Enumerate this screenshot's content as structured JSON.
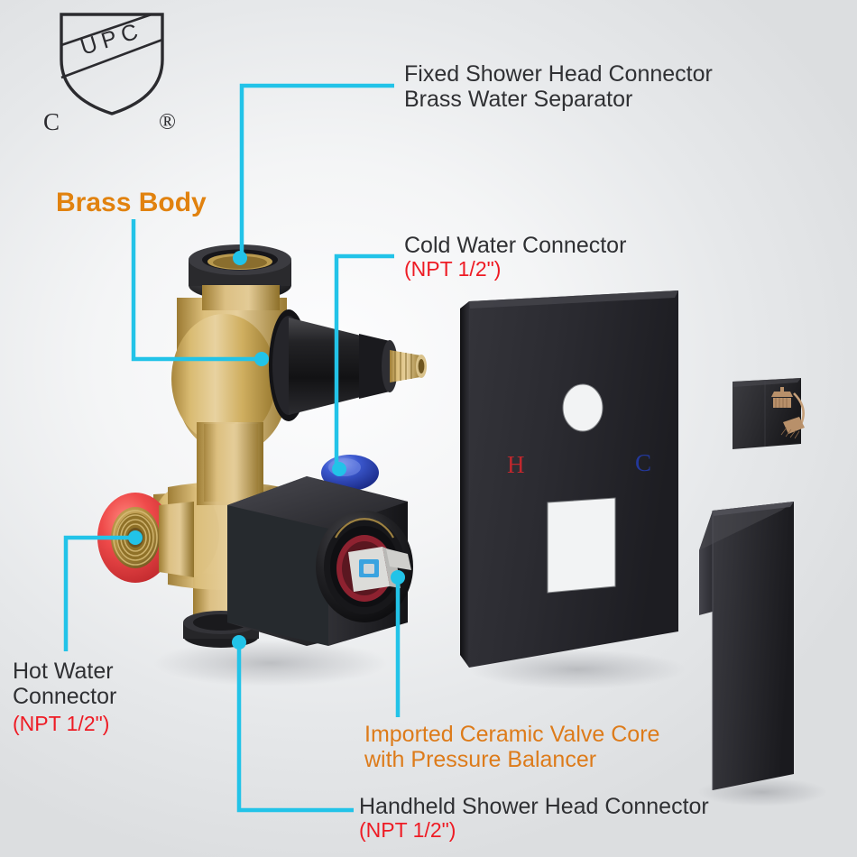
{
  "background": {
    "color": "#e8eaec"
  },
  "certification": {
    "name": "cUPC certification mark",
    "shield_text": "UPC",
    "left_mark": "C",
    "right_mark": "®"
  },
  "colors": {
    "callout_line": "#22c3e8",
    "label_dark": "#2f3033",
    "label_red": "#ee1b24",
    "label_orange": "#dd7b1a",
    "brass_body_label": "#e1820f",
    "brass": "#c9a44e",
    "matte_black": "#2b2b2e",
    "hot_port_red": "#ef4a4a",
    "cold_cap_blue": "#2e4fc4",
    "plate_hot_mark": "#c0272d",
    "plate_cold_mark": "#23389c"
  },
  "callouts": [
    {
      "id": "fixed-shower-head-connector",
      "line1": "Fixed Shower Head Connector",
      "line2": "Brass Water Separator",
      "style": "dark"
    },
    {
      "id": "brass-body",
      "line1": "Brass Body",
      "style": "brass"
    },
    {
      "id": "cold-water-connector",
      "line1": "Cold Water Connector",
      "line2": "(NPT 1/2\")",
      "style": "dark-red"
    },
    {
      "id": "hot-water-connector",
      "line1": "Hot Water",
      "line2": "Connector",
      "line3": "(NPT 1/2\")",
      "style": "dark-red"
    },
    {
      "id": "ceramic-valve-core",
      "line1": "Imported Ceramic Valve Core",
      "line2": "with Pressure Balancer",
      "style": "orange"
    },
    {
      "id": "handheld-shower-head-connector",
      "line1": "Handheld Shower Head Connector",
      "line2": "(NPT 1/2\")",
      "style": "dark-red"
    }
  ],
  "parts": {
    "valve_body": "brass pressure-balance rough-in valve body",
    "trim_plate": "matte black rectangular shower trim plate",
    "trim_plate_marks": {
      "hot": "H",
      "cold": "C"
    },
    "diverter_button": "matte black square diverter button",
    "diverter_icons": [
      "rain-shower-icon",
      "handheld-shower-icon"
    ],
    "handle": "matte black lever handle"
  }
}
